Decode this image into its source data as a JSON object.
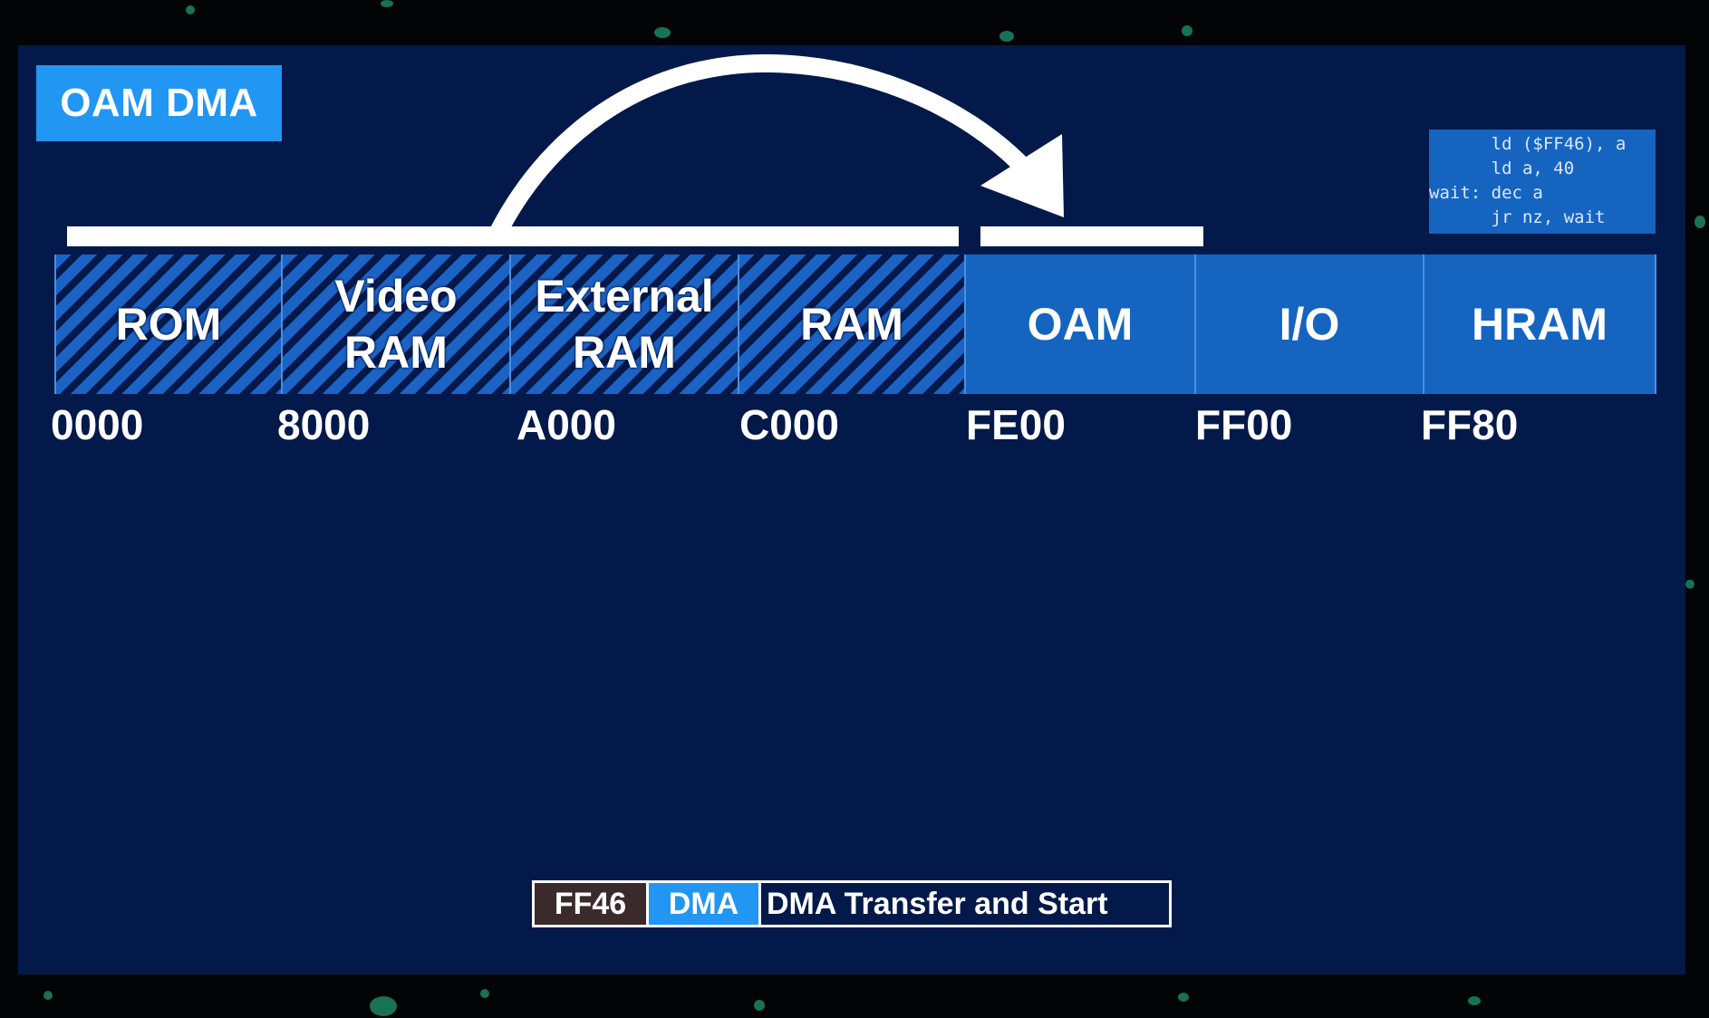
{
  "slide": {
    "title": "OAM DMA"
  },
  "code": {
    "lines": [
      "      ld ($FF46), a",
      "      ld a, 40",
      "wait: dec a",
      "      jr nz, wait"
    ]
  },
  "memory_map": {
    "regions": [
      {
        "label_lines": [
          "ROM"
        ],
        "style": "hatched"
      },
      {
        "label_lines": [
          "Video",
          "RAM"
        ],
        "style": "hatched"
      },
      {
        "label_lines": [
          "External",
          "RAM"
        ],
        "style": "hatched"
      },
      {
        "label_lines": [
          "RAM"
        ],
        "style": "hatched"
      },
      {
        "label_lines": [
          "OAM"
        ],
        "style": "solid"
      },
      {
        "label_lines": [
          "I/O"
        ],
        "style": "solid"
      },
      {
        "label_lines": [
          "HRAM"
        ],
        "style": "solid"
      }
    ],
    "addresses": [
      "0000",
      "8000",
      "A000",
      "C000",
      "FE00",
      "FF00",
      "FF80"
    ]
  },
  "register": {
    "address": "FF46",
    "name": "DMA",
    "description": "DMA Transfer and Start"
  },
  "colors": {
    "background": "#03194a",
    "accent": "#2196f3",
    "region_solid": "#1565c0"
  }
}
